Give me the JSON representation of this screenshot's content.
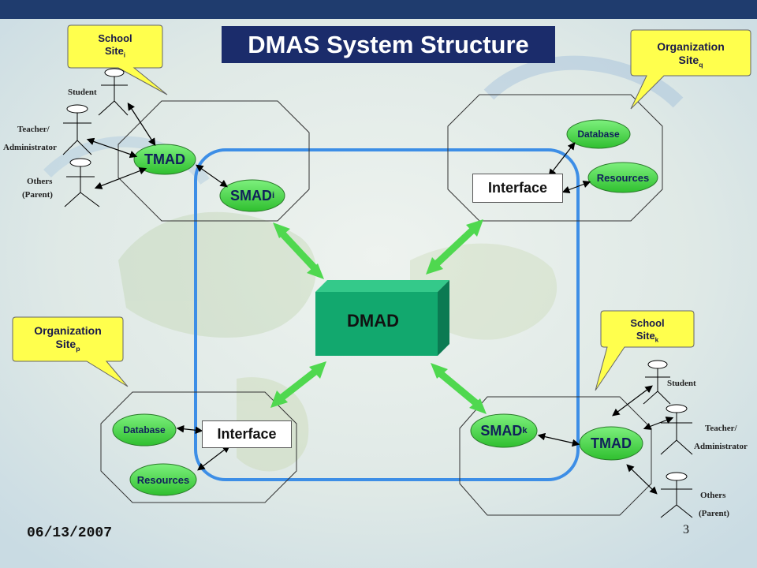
{
  "title": "DMAS System Structure",
  "center_label": "DMAD",
  "date": "06/13/2007",
  "page_number": "3",
  "sites": {
    "school_i": {
      "line1": "School",
      "line2": "Site",
      "sub": "i"
    },
    "org_q": {
      "line1": "Organization",
      "line2": "Site",
      "sub": "q"
    },
    "org_p": {
      "line1": "Organization",
      "line2": "Site",
      "sub": "p"
    },
    "school_k": {
      "line1": "School",
      "line2": "Site",
      "sub": "k"
    }
  },
  "nodes": {
    "tmad_top": "TMAD",
    "smad_i": {
      "text": "SMAD",
      "sub": "i"
    },
    "database_top": "Database",
    "resources_top": "Resources",
    "interface_top": "Interface",
    "database_bottom": "Database",
    "resources_bottom": "Resources",
    "interface_bottom": "Interface",
    "smad_k": {
      "text": "SMAD",
      "sub": "k"
    },
    "tmad_bottom": "TMAD"
  },
  "actors_top": {
    "student": "Student",
    "teacher1": "Teacher/",
    "teacher2": "Administrator",
    "others1": "Others",
    "others2": "(Parent)"
  },
  "actors_bottom": {
    "student": "Student",
    "teacher1": "Teacher/",
    "teacher2": "Administrator",
    "others1": "Others",
    "others2": "(Parent)"
  },
  "colors": {
    "title_bg": "#1b2c6b",
    "node_green": "#4fd84f",
    "dmad_green": "#12a86e",
    "callout_yellow": "#ffff4d",
    "main_frame_blue": "#3d8ee6",
    "arrow_green": "#4fd84f"
  }
}
